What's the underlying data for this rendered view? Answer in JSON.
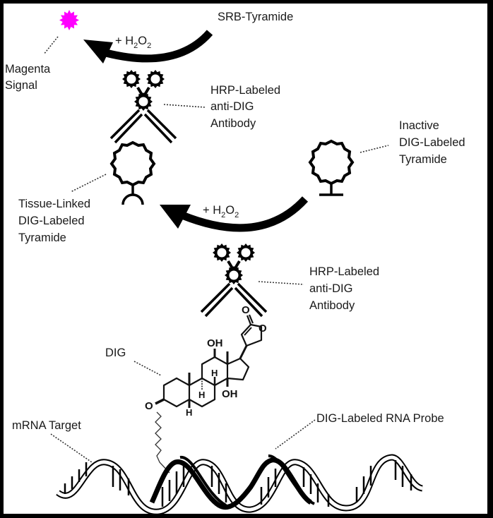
{
  "diagram": {
    "title": "Tyramide signal amplification for DIG-labeled RNA in situ hybridization",
    "colors": {
      "signal": "#ff00ff",
      "ink": "#000000",
      "background": "#ffffff"
    },
    "labels": {
      "srb_tyramide": "SRB-Tyramide",
      "magenta_signal": [
        "Magenta",
        "Signal"
      ],
      "hrp_antibody_top": [
        "HRP-Labeled",
        "anti-DIG",
        "Antibody"
      ],
      "inactive_tyramide": [
        "Inactive",
        "DIG-Labeled",
        "Tyramide"
      ],
      "tissue_linked_tyramide": [
        "Tissue-Linked",
        "DIG-Labeled",
        "Tyramide"
      ],
      "hrp_antibody_bottom": [
        "HRP-Labeled",
        "anti-DIG",
        "Antibody"
      ],
      "dig": "DIG",
      "mrna_target": "mRNA Target",
      "rna_probe": "DIG-Labeled RNA Probe"
    },
    "reactions": [
      {
        "name": "top-reaction",
        "reagent_prefix": "+ H",
        "sub1": "2",
        "mid": "O",
        "sub2": "2"
      },
      {
        "name": "middle-reaction",
        "reagent_prefix": "+ H",
        "sub1": "2",
        "mid": "O",
        "sub2": "2"
      }
    ],
    "chemistry": {
      "oh_top": "OH",
      "oh_bottom": "OH",
      "h_mid": "H",
      "h_upper": "H",
      "h_lower": "H",
      "o_ether": "O",
      "o_carbonyl": "O",
      "o_ring": "O"
    },
    "icons": [
      "magenta-signal-star-icon",
      "hrp-enzyme-icon",
      "antibody-icon",
      "tyramide-ring-icon",
      "reaction-arrow-icon",
      "digoxigenin-molecule-icon",
      "rna-double-helix-icon"
    ]
  }
}
